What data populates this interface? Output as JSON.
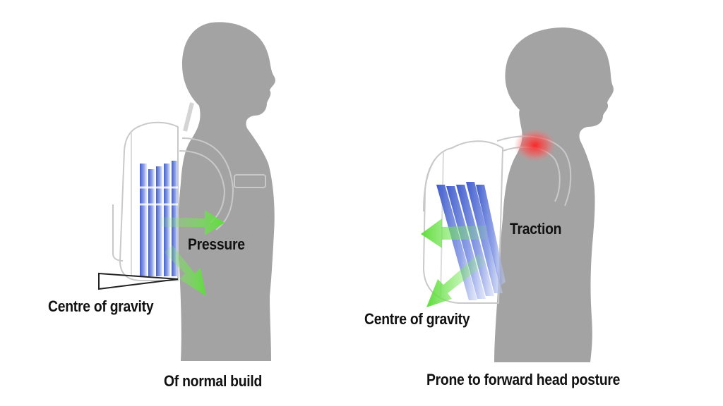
{
  "colors": {
    "silhouette": "#a3a3a3",
    "bag_outline": "#c8c8c8",
    "books": "#3f5fd0",
    "arrow": "#6be04a",
    "strain": "#ff3030"
  },
  "left_panel": {
    "arrow_labels": {
      "pressure": "Pressure",
      "centre_of_gravity": "Centre of gravity"
    },
    "caption": "Of normal build"
  },
  "right_panel": {
    "arrow_labels": {
      "traction": "Traction",
      "centre_of_gravity": "Centre of gravity"
    },
    "caption": "Prone to forward head posture"
  }
}
